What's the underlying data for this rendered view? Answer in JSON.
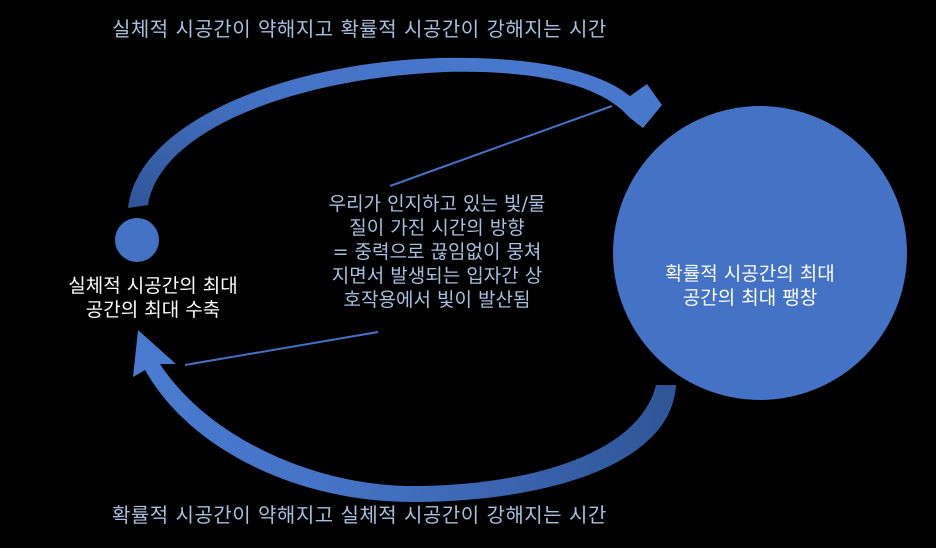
{
  "diagram": {
    "background": "#000000",
    "accent_color": "#4472c4",
    "caption_color": "#a9bfe0",
    "top_caption": "실체적 시공간이 약해지고 확률적 시공간이 강해지는 시간",
    "bottom_caption": "확률적 시공간이 약해지고 실체적 시공간이 강해지는 시간",
    "left_node": {
      "shape": "small-circle",
      "lines": [
        "실체적 시공간의 최대",
        "공간의 최대 수축"
      ]
    },
    "right_node": {
      "shape": "large-circle",
      "lines": [
        "확률적 시공간의 최대",
        "공간의 최대 팽창"
      ]
    },
    "center_note": {
      "lines": [
        "우리가 인지하고 있는 빛/물",
        "질이 가진 시간의 방향",
        "= 중력으로 끊임없이 뭉쳐",
        "지면서 발생되는 입자간 상",
        "호작용에서 빛이 발산됨"
      ]
    },
    "arrows": [
      {
        "name": "top-arc-arrow",
        "from": "left_node",
        "to": "right_node"
      },
      {
        "name": "bottom-arc-arrow",
        "from": "right_node",
        "to": "left_node"
      }
    ]
  }
}
